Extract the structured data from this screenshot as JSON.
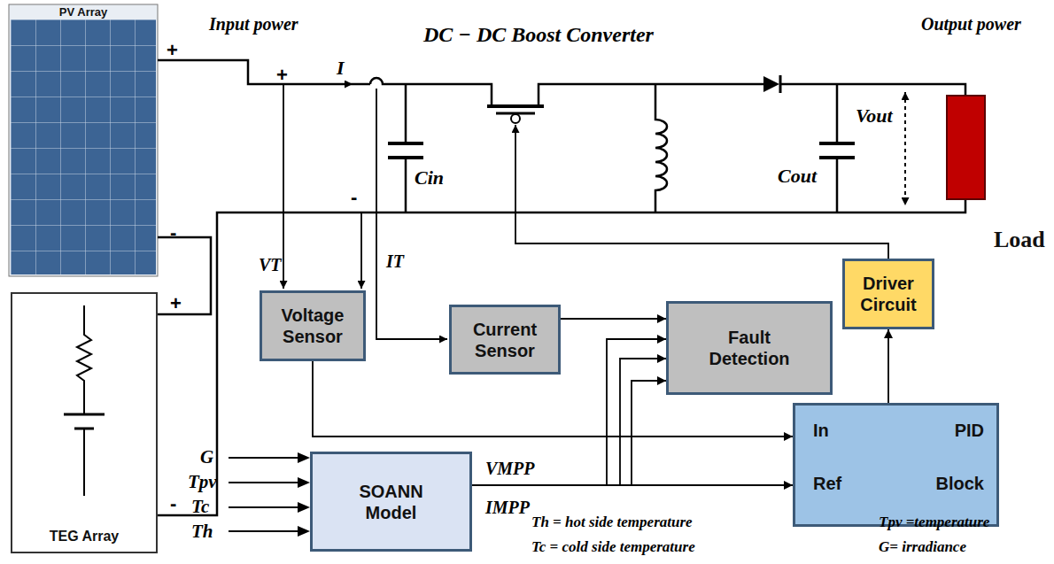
{
  "diagram": {
    "nodes": [
      {
        "text": [
          "PV Array"
        ]
      },
      {
        "text": [
          "Load"
        ]
      },
      {
        "text": [
          "TEG Array"
        ]
      },
      {
        "text": [
          "Driver Circuit"
        ]
      },
      {
        "text": [
          "Voltage Sensor"
        ]
      },
      {
        "text": [
          "Current Sensor"
        ]
      },
      {
        "text": [
          "Fault Detection"
        ]
      },
      {
        "text": [
          "In",
          "PID",
          "Ref",
          "Block"
        ]
      },
      {
        "text": [
          "SOANN Model"
        ]
      }
    ],
    "edges": [
      {
        "from": 0,
        "to": 2,
        "arrow": "none"
      },
      {
        "from": 4,
        "to": 7,
        "arrow": "to"
      },
      {
        "from": 5,
        "to": 6,
        "arrow": "to"
      },
      {
        "from": 8,
        "to": 6,
        "arrow": "to"
      },
      {
        "from": 8,
        "to": 6,
        "arrow": "to"
      },
      {
        "from": 8,
        "to": 6,
        "arrow": "to"
      },
      {
        "from": 8,
        "to": 7,
        "arrow": "to"
      },
      {
        "from": 7,
        "to": 3,
        "arrow": "to"
      }
    ],
    "labels": [
      "Input power",
      "DC − DC Boost Converter",
      "Output power",
      "+",
      "+",
      "I",
      "Cin",
      "Cout",
      "Vout",
      "-",
      "VT",
      "IT",
      "-",
      "+",
      "-",
      "G",
      "Tpv",
      "Tc",
      "Th",
      "VMPP",
      "IMPP",
      "Th = hot side temperature",
      "Tpv =temperature",
      "Tc = cold side temperature",
      "G= irradiance"
    ]
  }
}
